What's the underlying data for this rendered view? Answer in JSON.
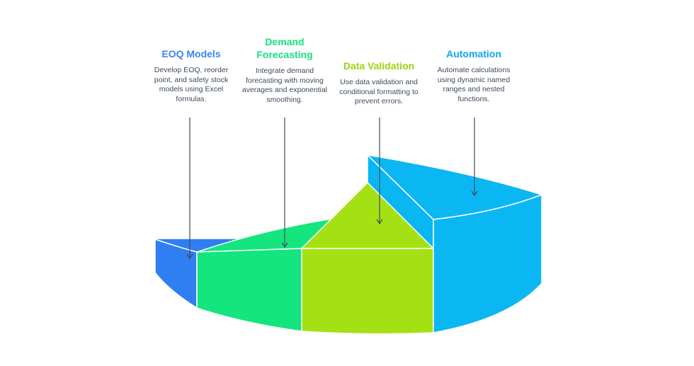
{
  "colors": {
    "eoq": "#2f7ff2",
    "demand": "#14e57e",
    "validation": "#a3e114",
    "automation": "#0bb7f2",
    "text": "#3f4a5c",
    "arrow": "#3f4a5c"
  },
  "sections": [
    {
      "key": "eoq",
      "title": "EOQ Models",
      "description": "Develop EOQ, reorder point, and safety stock models using Excel formulas.",
      "color": "#3b82f6"
    },
    {
      "key": "demand",
      "title": "Demand Forecasting",
      "description": "Integrate demand forecasting with moving averages and exponential smoothing.",
      "color": "#14e07e"
    },
    {
      "key": "validation",
      "title": "Data Validation",
      "description": "Use data validation and conditional formatting to prevent errors.",
      "color": "#9ad40b"
    },
    {
      "key": "automation",
      "title": "Automation",
      "description": "Automate calculations using dynamic named ranges and nested functions.",
      "color": "#0ea5e9"
    }
  ]
}
